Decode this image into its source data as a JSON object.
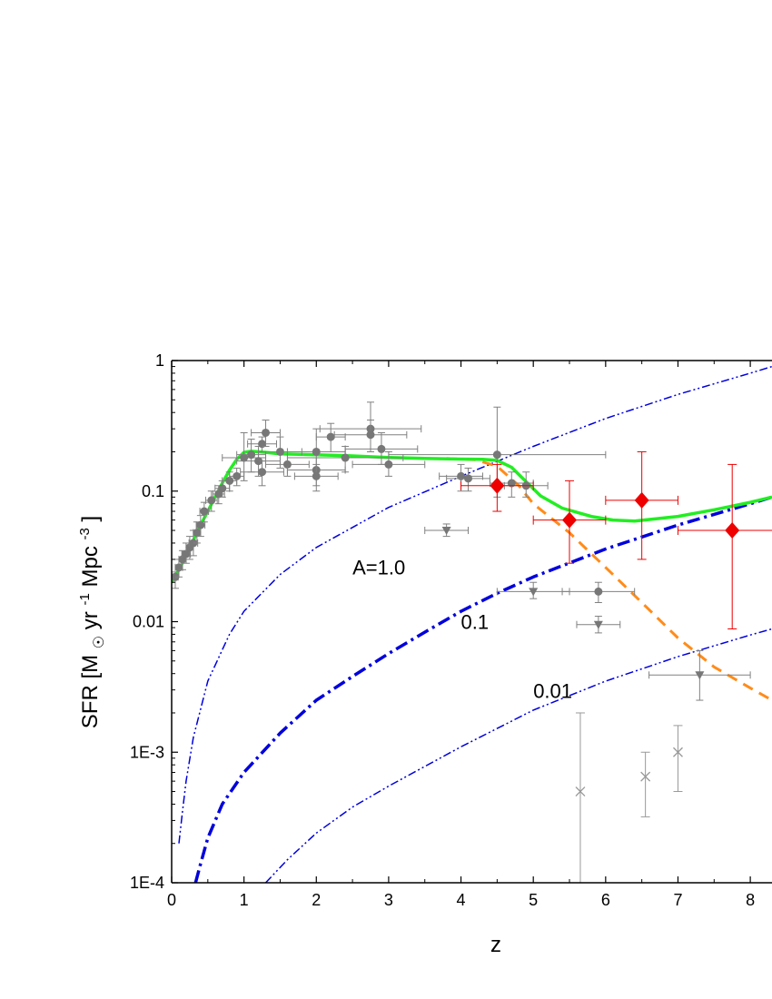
{
  "chart_data": {
    "type": "scatter",
    "xlabel": "z",
    "ylabel_parts": [
      "SFR [M",
      "yr",
      "-1",
      "Mpc",
      "-3",
      "]"
    ],
    "xlim": [
      0,
      8.3
    ],
    "ylim": [
      0.0001,
      1
    ],
    "yscale": "log",
    "x_ticks": [
      0,
      1,
      2,
      3,
      4,
      5,
      6,
      7,
      8
    ],
    "x_tick_labels": [
      "0",
      "1",
      "2",
      "3",
      "4",
      "5",
      "6",
      "7",
      "8"
    ],
    "y_ticks": [
      1,
      0.1,
      0.01,
      0.001,
      0.0001
    ],
    "y_tick_labels": [
      "1",
      "0.1",
      "0.01",
      "1E-3",
      "1E-4"
    ],
    "annotations": [
      {
        "text": "A=1.0",
        "x": 2.5,
        "y": 0.023
      },
      {
        "text": "0.1",
        "x": 4.0,
        "y": 0.0088
      },
      {
        "text": "0.01",
        "x": 5.0,
        "y": 0.0026
      }
    ],
    "colors": {
      "green": "#22ee22",
      "orange": "#ff8c1a",
      "blue": "#0000dd",
      "red": "#ee0000",
      "gray": "#808080",
      "lightgray": "#999999"
    },
    "series": [
      {
        "style": "green-solid",
        "points": [
          [
            0,
            0.02
          ],
          [
            0.1,
            0.025
          ],
          [
            0.2,
            0.032
          ],
          [
            0.3,
            0.042
          ],
          [
            0.4,
            0.055
          ],
          [
            0.5,
            0.07
          ],
          [
            0.6,
            0.09
          ],
          [
            0.7,
            0.115
          ],
          [
            0.8,
            0.145
          ],
          [
            0.9,
            0.175
          ],
          [
            1.0,
            0.198
          ],
          [
            1.1,
            0.202
          ],
          [
            1.3,
            0.198
          ],
          [
            1.5,
            0.193
          ],
          [
            2.0,
            0.19
          ],
          [
            2.5,
            0.186
          ],
          [
            3.0,
            0.181
          ],
          [
            3.5,
            0.178
          ],
          [
            4.0,
            0.176
          ],
          [
            4.3,
            0.175
          ],
          [
            4.5,
            0.172
          ],
          [
            4.7,
            0.152
          ],
          [
            4.9,
            0.118
          ],
          [
            5.1,
            0.092
          ],
          [
            5.4,
            0.074
          ],
          [
            5.8,
            0.064
          ],
          [
            6.1,
            0.06
          ],
          [
            6.4,
            0.059
          ],
          [
            7.0,
            0.064
          ],
          [
            7.5,
            0.072
          ],
          [
            8.0,
            0.082
          ],
          [
            8.3,
            0.09
          ]
        ]
      },
      {
        "style": "orange-dashed",
        "points": [
          [
            3.8,
            0.178
          ],
          [
            4.2,
            0.174
          ],
          [
            4.5,
            0.155
          ],
          [
            4.8,
            0.11
          ],
          [
            5.0,
            0.08
          ],
          [
            5.5,
            0.048
          ],
          [
            6.0,
            0.026
          ],
          [
            6.5,
            0.014
          ],
          [
            7.0,
            0.0075
          ],
          [
            7.5,
            0.0045
          ],
          [
            8.0,
            0.0031
          ],
          [
            8.3,
            0.0025
          ]
        ]
      },
      {
        "style": "blue-dashdot-thin",
        "label": "A=1.0",
        "points": [
          [
            0.1,
            0.0002
          ],
          [
            0.15,
            0.00035
          ],
          [
            0.2,
            0.0006
          ],
          [
            0.3,
            0.0013
          ],
          [
            0.5,
            0.0035
          ],
          [
            0.8,
            0.008
          ],
          [
            1.0,
            0.012
          ],
          [
            1.5,
            0.023
          ],
          [
            2.0,
            0.037
          ],
          [
            3.0,
            0.075
          ],
          [
            4.0,
            0.13
          ],
          [
            5.0,
            0.22
          ],
          [
            6.0,
            0.36
          ],
          [
            7.0,
            0.55
          ],
          [
            8.0,
            0.8
          ],
          [
            8.3,
            0.9
          ]
        ]
      },
      {
        "style": "blue-dashdot-thick",
        "label": "0.1",
        "points": [
          [
            0.33,
            0.0001
          ],
          [
            0.4,
            0.00014
          ],
          [
            0.5,
            0.00022
          ],
          [
            0.7,
            0.0004
          ],
          [
            1.0,
            0.0007
          ],
          [
            1.5,
            0.0014
          ],
          [
            2.0,
            0.0025
          ],
          [
            2.5,
            0.0038
          ],
          [
            3.0,
            0.0057
          ],
          [
            3.5,
            0.0083
          ],
          [
            4.0,
            0.012
          ],
          [
            4.5,
            0.0165
          ],
          [
            5.0,
            0.022
          ],
          [
            6.0,
            0.036
          ],
          [
            7.0,
            0.055
          ],
          [
            8.0,
            0.08
          ],
          [
            8.3,
            0.09
          ]
        ]
      },
      {
        "style": "blue-dashdot-thin",
        "label": "0.01",
        "points": [
          [
            1.3,
            0.0001
          ],
          [
            1.6,
            0.00015
          ],
          [
            2.0,
            0.00024
          ],
          [
            2.5,
            0.00038
          ],
          [
            3.0,
            0.00055
          ],
          [
            4.0,
            0.0011
          ],
          [
            5.0,
            0.0021
          ],
          [
            6.0,
            0.0035
          ],
          [
            7.0,
            0.0054
          ],
          [
            8.0,
            0.0079
          ],
          [
            8.3,
            0.0088
          ]
        ]
      }
    ],
    "data_points": {
      "gray_circles": [
        [
          0.05,
          0.022,
          0.04,
          0.024,
          0.018
        ],
        [
          0.1,
          0.026,
          0.05,
          0.03,
          0.022
        ],
        [
          0.15,
          0.03,
          0.05,
          0.035,
          0.025
        ],
        [
          0.2,
          0.033,
          0.06,
          0.04,
          0.028
        ],
        [
          0.25,
          0.037,
          0.05,
          0.045,
          0.03
        ],
        [
          0.3,
          0.04,
          0.06,
          0.05,
          0.032
        ],
        [
          0.35,
          0.048,
          0.05,
          0.058,
          0.04
        ],
        [
          0.4,
          0.055,
          0.06,
          0.065,
          0.045
        ],
        [
          0.45,
          0.07,
          0.06,
          0.082,
          0.058
        ],
        [
          0.55,
          0.085,
          0.08,
          0.1,
          0.07
        ],
        [
          0.65,
          0.095,
          0.08,
          0.11,
          0.08
        ],
        [
          0.7,
          0.105,
          0.1,
          0.12,
          0.09
        ],
        [
          0.8,
          0.12,
          0.1,
          0.14,
          0.1
        ],
        [
          0.9,
          0.13,
          0.1,
          0.15,
          0.11
        ],
        [
          1.0,
          0.18,
          0.3,
          0.28,
          0.12
        ],
        [
          1.1,
          0.19,
          0.2,
          0.25,
          0.14
        ],
        [
          1.2,
          0.17,
          0.3,
          0.22,
          0.13
        ],
        [
          1.25,
          0.23,
          0.2,
          0.26,
          0.2
        ],
        [
          1.25,
          0.14,
          0.3,
          0.17,
          0.11
        ],
        [
          1.3,
          0.28,
          0.2,
          0.35,
          0.22
        ],
        [
          1.5,
          0.2,
          0.3,
          0.26,
          0.15
        ],
        [
          1.6,
          0.16,
          0.3,
          0.2,
          0.13
        ],
        [
          2.0,
          0.2,
          0.4,
          0.3,
          0.14
        ],
        [
          2.0,
          0.145,
          0.4,
          0.18,
          0.11
        ],
        [
          2.0,
          0.13,
          0.3,
          0.16,
          0.1
        ],
        [
          2.2,
          0.26,
          0.2,
          0.33,
          0.2
        ],
        [
          2.4,
          0.18,
          0.8,
          0.22,
          0.14
        ],
        [
          2.75,
          0.3,
          0.7,
          0.48,
          0.2
        ],
        [
          2.75,
          0.27,
          0.5,
          0.35,
          0.2
        ],
        [
          2.9,
          0.21,
          0.5,
          0.28,
          0.16
        ],
        [
          3.0,
          0.16,
          0.5,
          0.2,
          0.13
        ],
        [
          4.0,
          0.13,
          0.3,
          0.16,
          0.1
        ],
        [
          4.1,
          0.125,
          0.3,
          0.15,
          0.1
        ],
        [
          4.5,
          0.19,
          1.5,
          0.44,
          0.09
        ],
        [
          4.7,
          0.115,
          0.3,
          0.14,
          0.09
        ],
        [
          4.9,
          0.11,
          0.3,
          0.14,
          0.09
        ],
        [
          5.9,
          0.017,
          0.5,
          0.02,
          0.014
        ]
      ],
      "gray_triangles": [
        [
          3.8,
          0.05,
          0.3,
          0.056,
          0.045
        ],
        [
          5.0,
          0.017,
          0.5,
          0.02,
          0.015
        ],
        [
          5.9,
          0.0095,
          0.3,
          0.011,
          0.0082
        ],
        [
          7.3,
          0.0039,
          0.7,
          0.006,
          0.0025
        ]
      ],
      "gray_crosses": [
        [
          5.65,
          0.0005,
          0.0,
          0.002,
          0.0001
        ],
        [
          6.55,
          0.00065,
          0.0,
          0.001,
          0.00032
        ],
        [
          7.0,
          0.001,
          0.0,
          0.0016,
          0.0005
        ]
      ],
      "red_diamonds": [
        [
          4.5,
          0.11,
          0.5,
          0.16,
          0.07
        ],
        [
          5.5,
          0.06,
          0.5,
          0.12,
          0.028
        ],
        [
          6.5,
          0.085,
          0.5,
          0.2,
          0.03
        ],
        [
          7.75,
          0.05,
          0.75,
          0.16,
          0.0088
        ]
      ]
    }
  }
}
